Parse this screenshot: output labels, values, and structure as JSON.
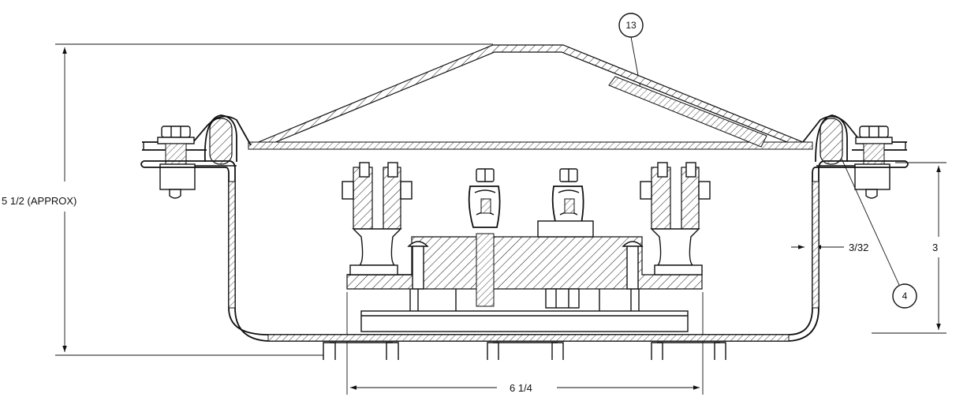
{
  "dimensions": {
    "overall_height": "5 1/2 (APPROX)",
    "body_height": "3",
    "width": "6 1/4",
    "wall_thickness": "3/32"
  },
  "callouts": [
    {
      "id": "callout-13",
      "label": "13"
    },
    {
      "id": "callout-4",
      "label": "4"
    }
  ]
}
